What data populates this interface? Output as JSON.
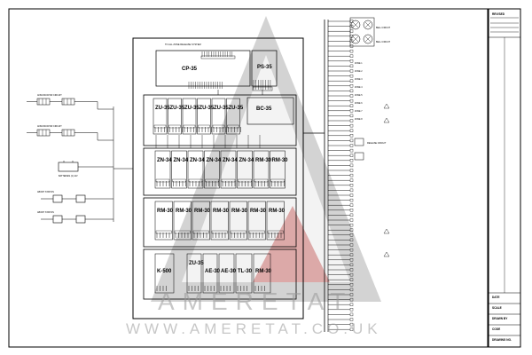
{
  "watermark": {
    "name": "AMERETAT",
    "url": "WWW.AMERETAT.CO.UK",
    "colors": {
      "grey": "#8c8c8c",
      "red": "#c0504d"
    }
  },
  "panel": {
    "cp_module": "CP-35",
    "ps_module": "PS-35",
    "bc_module": "BC-35",
    "top_note": "TO ALL ZONE RELEASE SYSTEM",
    "row1_modules": [
      "ZU-35",
      "ZU-35",
      "ZU-35",
      "ZU-35",
      "ZU-35",
      "ZU-35"
    ],
    "row2_modules": [
      "ZN-34",
      "ZN-34",
      "ZN-34",
      "ZN-34",
      "ZN-34",
      "ZN-34",
      "RM-30",
      "RM-30"
    ],
    "row3_modules": [
      "RM-30",
      "RM-30",
      "RM-30",
      "RM-30",
      "RM-30",
      "RM-30",
      "RM-30"
    ],
    "row4_modules": [
      "K-500",
      "ZU-35",
      "AE-30",
      "AE-30",
      "TL-30",
      "RM-30"
    ]
  },
  "left_devices": {
    "labels": [
      "ANNUNCIATOR CIRCUIT",
      "ANNUNCIATOR CIRCUIT",
      "BATTERIES (2) 12V",
      "ABORT STATION",
      "ABORT STATION"
    ]
  },
  "right_devices": {
    "zone_labels": [
      "ZONE 1",
      "ZONE 2",
      "ZONE 3",
      "ZONE 4",
      "ZONE 5",
      "ZONE 6",
      "ZONE 7",
      "ZONE 8"
    ],
    "bell_labels": [
      "BELL CIRCUIT",
      "BELL CIRCUIT"
    ],
    "release_label": "RELEASE CIRCUIT"
  },
  "title_block": {
    "revised_label": "REVISED",
    "date_label": "DATE",
    "scale_label": "SCALE",
    "drawn_label": "DRAWN BY",
    "code_label": "CODE",
    "drawing_no_label": "DRAWING NO."
  }
}
